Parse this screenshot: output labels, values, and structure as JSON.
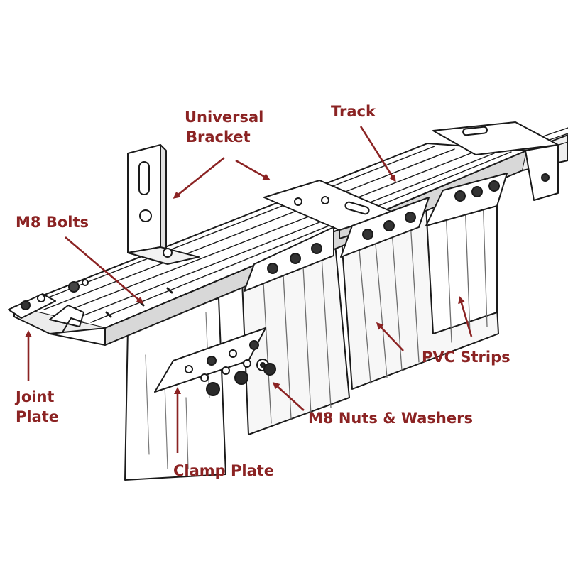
{
  "labels": {
    "universal_bracket_line1": "Universal",
    "universal_bracket_line2": "Bracket",
    "track": "Track",
    "m8_bolts": "M8 Bolts",
    "joint_plate_line1": "Joint",
    "joint_plate_line2": "Plate",
    "pvc_strips": "PVC Strips",
    "m8_nuts_washers": "M8 Nuts & Washers",
    "clamp_plate": "Clamp Plate"
  },
  "colors": {
    "label_text": "#8b2323",
    "arrow": "#8b2323",
    "line_art": "#1a1a1a",
    "fill": "#ffffff",
    "shade": "#cfcfcf"
  }
}
